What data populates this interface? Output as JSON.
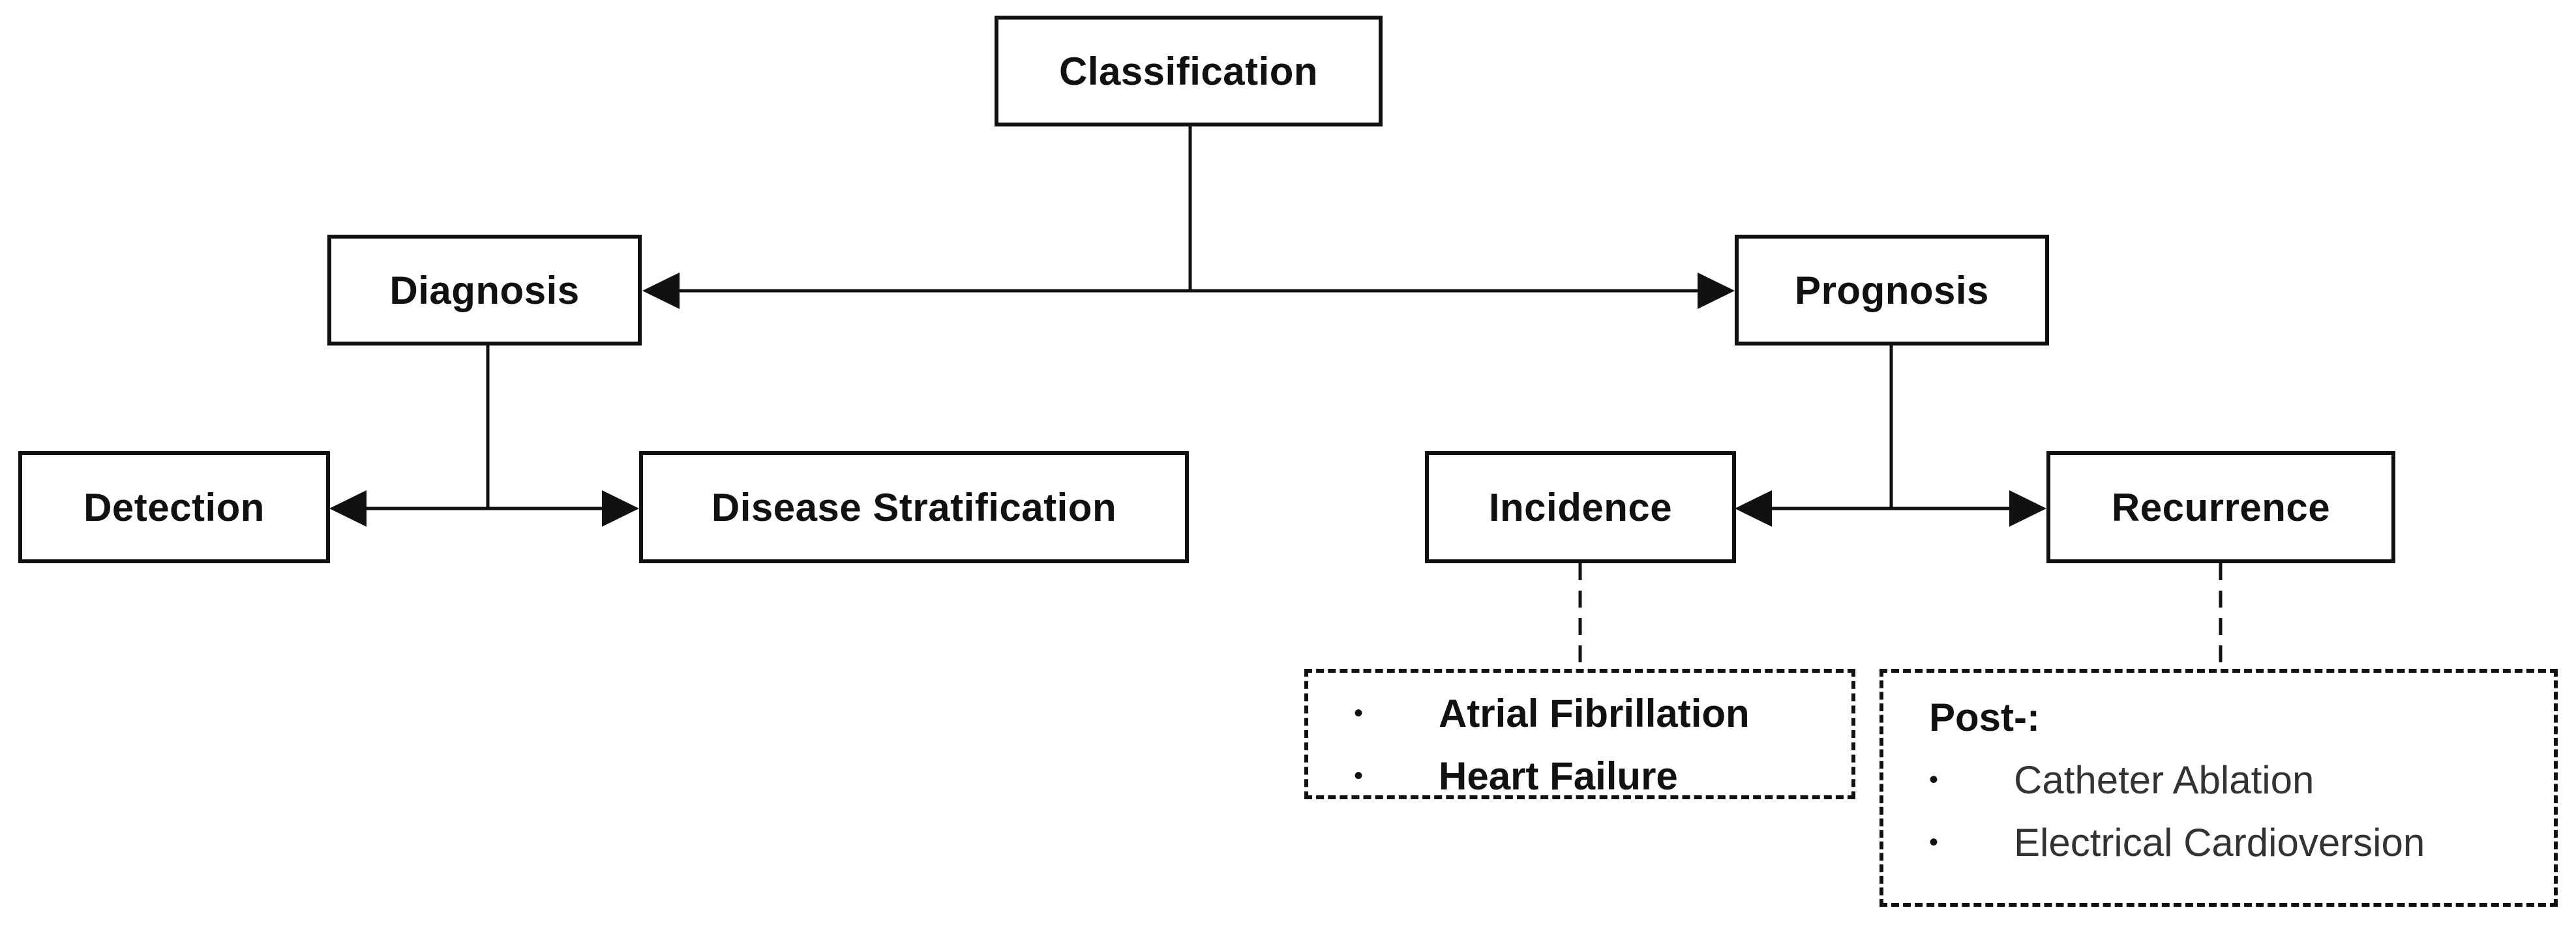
{
  "diagram": {
    "nodes": {
      "classification": "Classification",
      "diagnosis": "Diagnosis",
      "prognosis": "Prognosis",
      "detection": "Detection",
      "disease_stratification": "Disease Stratification",
      "incidence": "Incidence",
      "recurrence": "Recurrence"
    },
    "incidence_details": {
      "items": [
        "Atrial Fibrillation",
        "Heart Failure"
      ]
    },
    "recurrence_details": {
      "heading": "Post-:",
      "items": [
        "Catheter Ablation",
        "Electrical Cardioversion"
      ]
    },
    "bullet_symbol": "•",
    "colors": {
      "line": "#111111",
      "box_fill": "#ffffff"
    }
  }
}
